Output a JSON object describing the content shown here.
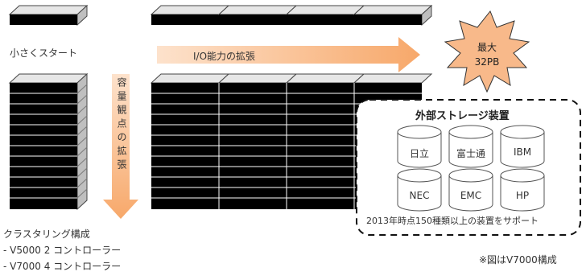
{
  "labels": {
    "small_start": "小さくスタート",
    "io_expansion": "I/O能力の拡張",
    "capacity_expansion": "容量観点の拡張",
    "cluster_title": "クラスタリング構成",
    "cluster_v5000": "- V5000 2 コントローラー",
    "cluster_v7000": "- V7000 4 コントローラー",
    "figure_note": "※図はV7000構成"
  },
  "max_badge": {
    "line1": "最大",
    "line2": "32PB"
  },
  "external_storage": {
    "title": "外部ストレージ装置",
    "vendors": [
      "日立",
      "富士通",
      "IBM",
      "NEC",
      "EMC",
      "HP"
    ],
    "support_note": "2013年時点150種類以上の装置をサポート"
  },
  "colors": {
    "arrow_start": "#fde2cc",
    "arrow_end": "#f7a86a",
    "star_fill": "#f8b98a",
    "shelf_black": "#000000"
  }
}
